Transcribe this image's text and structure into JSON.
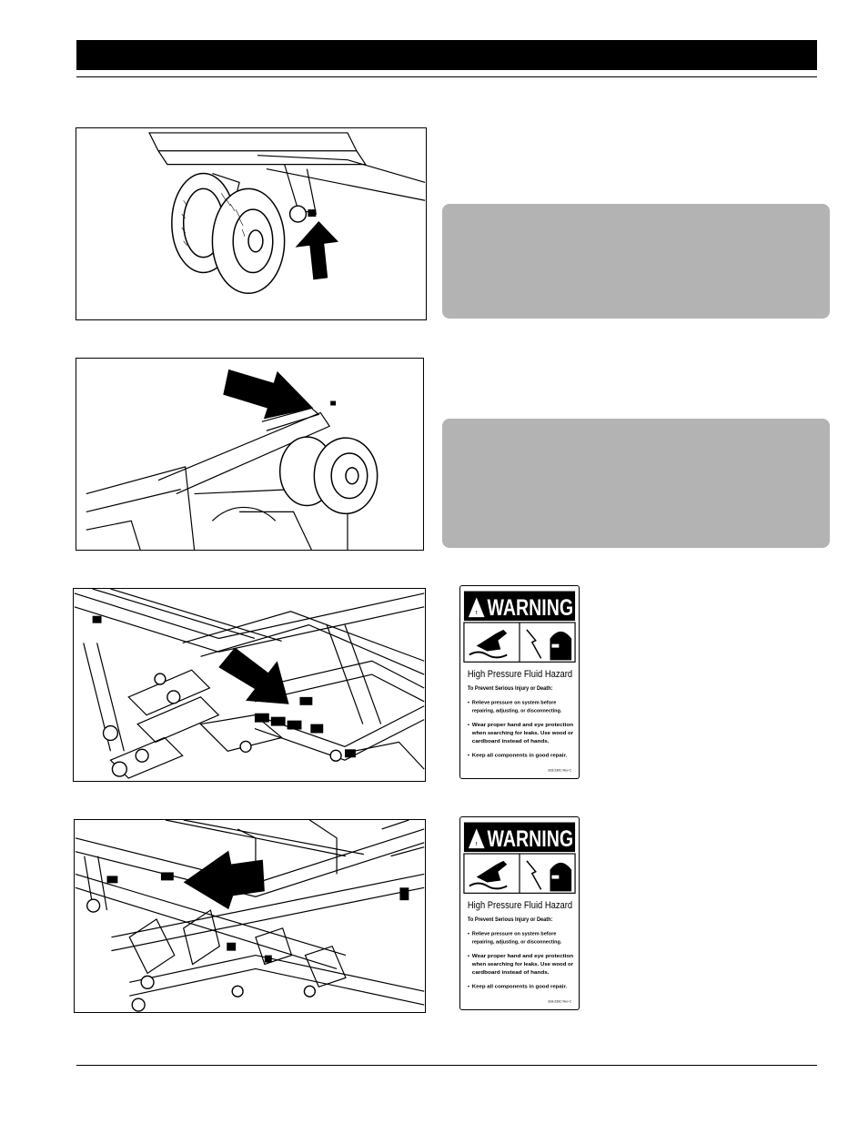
{
  "page": {
    "header_bar_color": "#000000",
    "note_box_color": "#b3b3b3"
  },
  "figures": [
    {
      "subject": "decal-location-wheel-pivot",
      "arrow": "pointing-up"
    },
    {
      "subject": "decal-location-lift-arm",
      "arrow": "pointing-right-down"
    },
    {
      "subject": "decal-location-front-frame",
      "arrow": "pointing-right-down"
    },
    {
      "subject": "decal-location-rear-frame",
      "arrow": "pointing-left"
    }
  ],
  "decals": [
    {
      "signal_word": "WARNING",
      "hazard_title": "High Pressure Fluid Hazard",
      "subtitle": "To Prevent Serious Injury or Death:",
      "bullets": [
        "Relieve pressure on system before",
        "repairing, adjusting, or disconnecting.",
        "Wear proper hand and eye protection",
        "when searching for leaks. Use wood or",
        "cardboard instead of hands.",
        "Keep all components in good repair."
      ],
      "part_number": "818-230C Rev C",
      "icons": [
        "hand-fluid-injection-icon",
        "eye-protection-icon"
      ]
    },
    {
      "signal_word": "WARNING",
      "hazard_title": "High Pressure Fluid Hazard",
      "subtitle": "To Prevent Serious Injury or Death:",
      "bullets": [
        "Relieve pressure on system before",
        "repairing, adjusting, or disconnecting.",
        "Wear proper hand and eye protection",
        "when searching for leaks. Use wood or",
        "cardboard instead of hands.",
        "Keep all components in good repair."
      ],
      "part_number": "818-230C Rev C",
      "icons": [
        "hand-fluid-injection-icon",
        "eye-protection-icon"
      ]
    }
  ]
}
